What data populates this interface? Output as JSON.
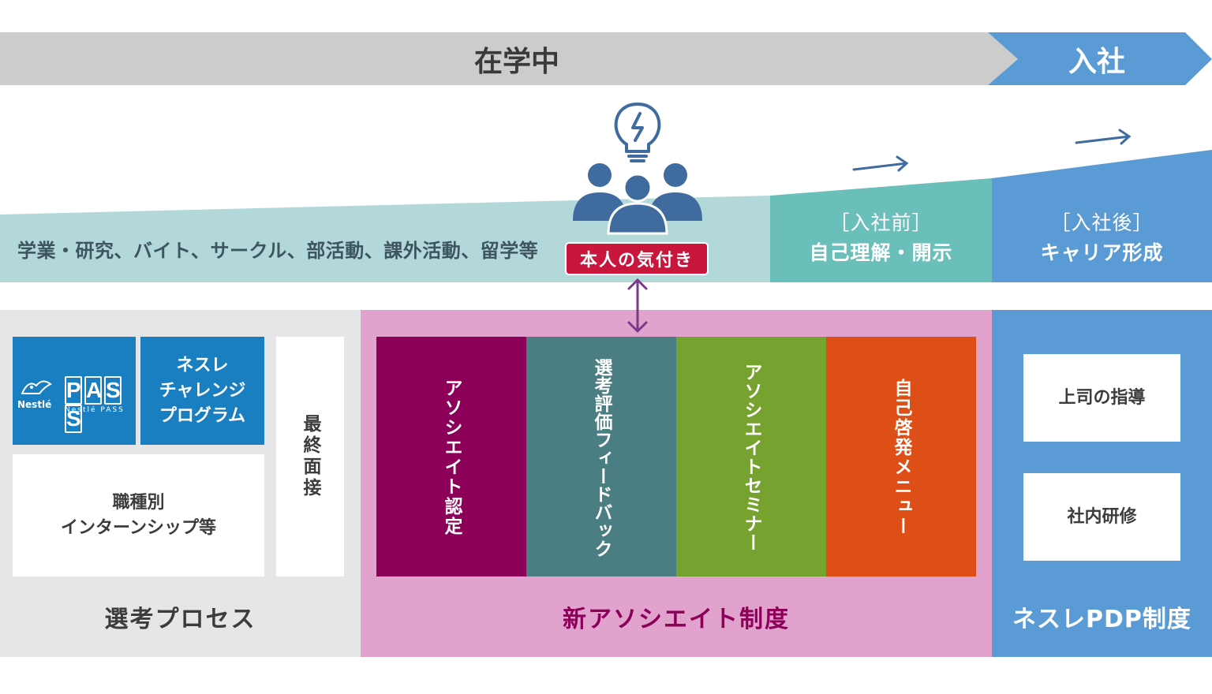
{
  "timeline": {
    "student_label": "在学中",
    "joined_label": "入社"
  },
  "activities_label": "学業・研究、バイト、サークル、部活動、課外活動、留学等",
  "awareness_badge": "本人の気付き",
  "stages": {
    "before_join": {
      "tag": "［入社前］",
      "desc": "自己理解・開示"
    },
    "after_join": {
      "tag": "［入社後］",
      "desc": "キャリア形成"
    }
  },
  "selection": {
    "pass_logo": {
      "brand": "Nestlé",
      "letters": [
        "P",
        "A",
        "S",
        "S"
      ],
      "caption": "Nestlé PASS"
    },
    "challenge_program": [
      "ネスレ",
      "チャレンジ",
      "プログラム"
    ],
    "internship": [
      "職種別",
      "インターンシップ等"
    ],
    "final_interview": "最終面接",
    "label": "選考プロセス"
  },
  "associate": {
    "columns": [
      {
        "text": "アソシエイト認定",
        "color": "#8c0059"
      },
      {
        "text": "選考評価フィードバック",
        "color": "#4a7e82"
      },
      {
        "text": "アソシエイトセミナー",
        "color": "#76a22f"
      },
      {
        "text": "自己啓発メニュー",
        "color": "#de4f17"
      }
    ],
    "label": "新アソシエイト制度"
  },
  "pdp": {
    "items": [
      "上司の指導",
      "社内研修"
    ],
    "label": "ネスレPDP制度"
  },
  "colors": {
    "timeline_gray": "#cccccc",
    "timeline_blue": "#5b9bd5",
    "activities_band": "#b2d8d9",
    "before_join": "#6bbfba",
    "after_join": "#5b9bd5",
    "selection_bg": "#e6e6e8",
    "associate_bg": "#e2a2ce",
    "pdp_bg": "#5b9bd5",
    "nestle_blue": "#1a7fc1",
    "icon_blue": "#3f6b9e",
    "arrow_purple": "#7a3a8a",
    "badge_red": "#c8163c",
    "associate_label": "#8c0059"
  }
}
